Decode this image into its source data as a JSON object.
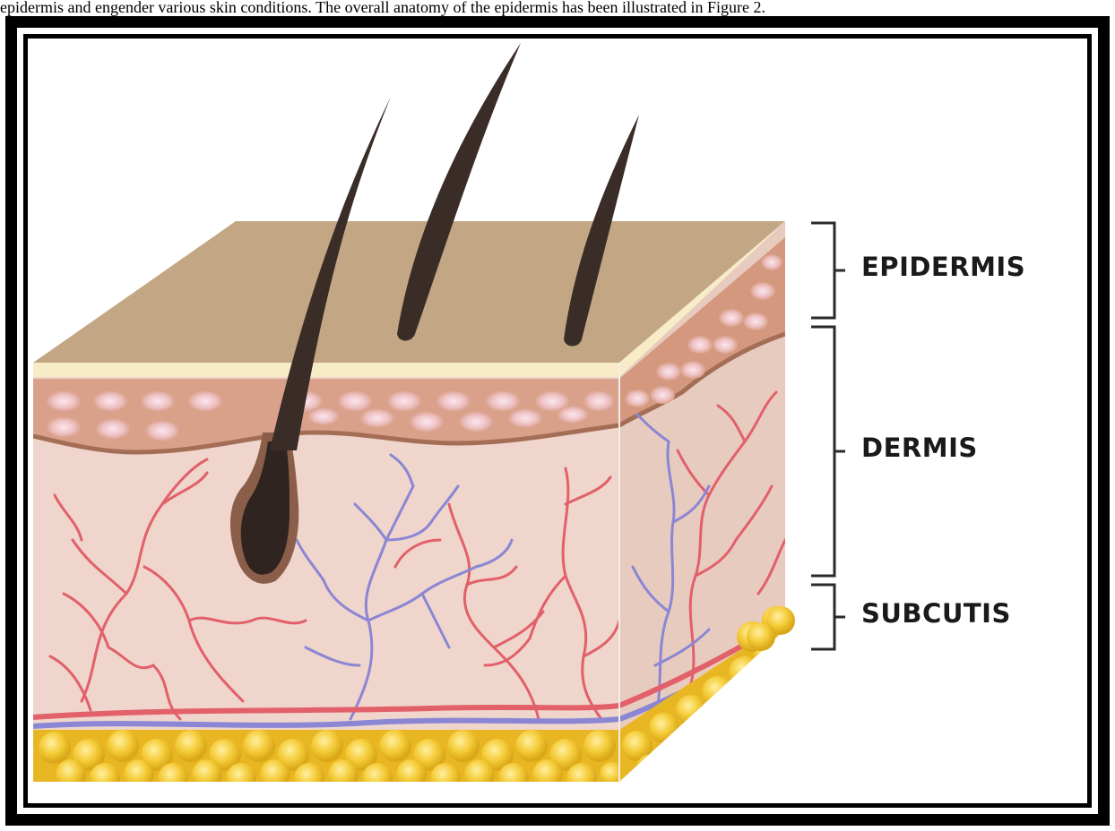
{
  "caption": "epidermis and engender various skin conditions. The overall anatomy of the epidermis has been illustrated in Figure 2.",
  "labels": {
    "epidermis": "EPIDERMIS",
    "dermis": "DERMIS",
    "subcutis": "SUBCUTIS"
  },
  "colors": {
    "skin_surface": "#c3a785",
    "epidermis": "#d9a08a",
    "dermis": "#f0d6cd",
    "artery": "#e2606a",
    "vein": "#8a86d4",
    "fat": "#f2c230",
    "hair": "#3a2c27"
  }
}
